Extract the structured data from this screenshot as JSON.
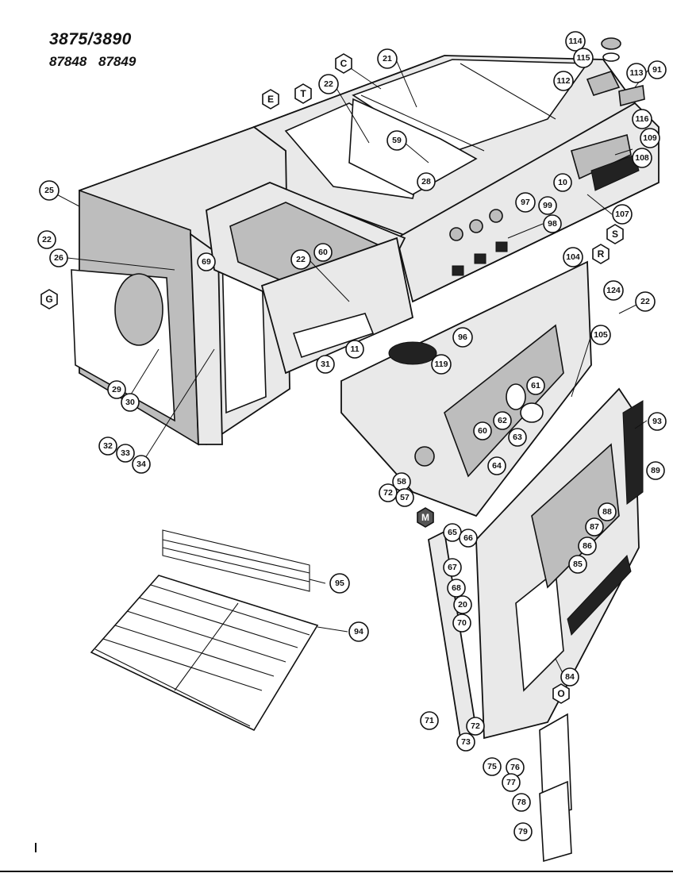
{
  "header": {
    "model": "3875/3890",
    "numbers": "87848 87849"
  },
  "callouts": [
    {
      "id": "c114",
      "label": "114"
    },
    {
      "id": "c115",
      "label": "115"
    },
    {
      "id": "c112",
      "label": "112"
    },
    {
      "id": "c113",
      "label": "113"
    },
    {
      "id": "c91",
      "label": "91"
    },
    {
      "id": "c116",
      "label": "116"
    },
    {
      "id": "c21",
      "label": "21"
    },
    {
      "id": "c22a",
      "label": "22"
    },
    {
      "id": "c59",
      "label": "59"
    },
    {
      "id": "c28",
      "label": "28"
    },
    {
      "id": "c109",
      "label": "109"
    },
    {
      "id": "c108",
      "label": "108"
    },
    {
      "id": "c10",
      "label": "10"
    },
    {
      "id": "c97",
      "label": "97"
    },
    {
      "id": "c99",
      "label": "99"
    },
    {
      "id": "c98",
      "label": "98"
    },
    {
      "id": "c107",
      "label": "107"
    },
    {
      "id": "c25",
      "label": "25"
    },
    {
      "id": "c22b",
      "label": "22"
    },
    {
      "id": "c26",
      "label": "26"
    },
    {
      "id": "c69",
      "label": "69"
    },
    {
      "id": "c22c",
      "label": "22"
    },
    {
      "id": "c60a",
      "label": "60"
    },
    {
      "id": "c104",
      "label": "104"
    },
    {
      "id": "c124",
      "label": "124"
    },
    {
      "id": "c22d",
      "label": "22"
    },
    {
      "id": "c96",
      "label": "96"
    },
    {
      "id": "c11",
      "label": "11"
    },
    {
      "id": "c119",
      "label": "119"
    },
    {
      "id": "c31",
      "label": "31"
    },
    {
      "id": "c105",
      "label": "105"
    },
    {
      "id": "c61",
      "label": "61"
    },
    {
      "id": "c62",
      "label": "62"
    },
    {
      "id": "c63",
      "label": "63"
    },
    {
      "id": "c60b",
      "label": "60"
    },
    {
      "id": "c64",
      "label": "64"
    },
    {
      "id": "c29",
      "label": "29"
    },
    {
      "id": "c30",
      "label": "30"
    },
    {
      "id": "c32",
      "label": "32"
    },
    {
      "id": "c33",
      "label": "33"
    },
    {
      "id": "c34",
      "label": "34"
    },
    {
      "id": "c58",
      "label": "58"
    },
    {
      "id": "c72a",
      "label": "72"
    },
    {
      "id": "c57",
      "label": "57"
    },
    {
      "id": "c93",
      "label": "93"
    },
    {
      "id": "c89",
      "label": "89"
    },
    {
      "id": "c88",
      "label": "88"
    },
    {
      "id": "c87",
      "label": "87"
    },
    {
      "id": "c65",
      "label": "65"
    },
    {
      "id": "c66",
      "label": "66"
    },
    {
      "id": "c86",
      "label": "86"
    },
    {
      "id": "c67",
      "label": "67"
    },
    {
      "id": "c85",
      "label": "85"
    },
    {
      "id": "c68",
      "label": "68"
    },
    {
      "id": "c20",
      "label": "20"
    },
    {
      "id": "c70",
      "label": "70"
    },
    {
      "id": "c95",
      "label": "95"
    },
    {
      "id": "c94",
      "label": "94"
    },
    {
      "id": "c84",
      "label": "84"
    },
    {
      "id": "c71",
      "label": "71"
    },
    {
      "id": "c72b",
      "label": "72"
    },
    {
      "id": "c73",
      "label": "73"
    },
    {
      "id": "c75",
      "label": "75"
    },
    {
      "id": "c76",
      "label": "76"
    },
    {
      "id": "c77",
      "label": "77"
    },
    {
      "id": "c78",
      "label": "78"
    },
    {
      "id": "c79",
      "label": "79"
    }
  ],
  "section_markers": [
    {
      "id": "hE",
      "label": "E"
    },
    {
      "id": "hT",
      "label": "T"
    },
    {
      "id": "hC",
      "label": "C"
    },
    {
      "id": "hS",
      "label": "S"
    },
    {
      "id": "hR",
      "label": "R"
    },
    {
      "id": "hG",
      "label": "G"
    },
    {
      "id": "hM",
      "label": "M"
    },
    {
      "id": "hO",
      "label": "O"
    }
  ]
}
